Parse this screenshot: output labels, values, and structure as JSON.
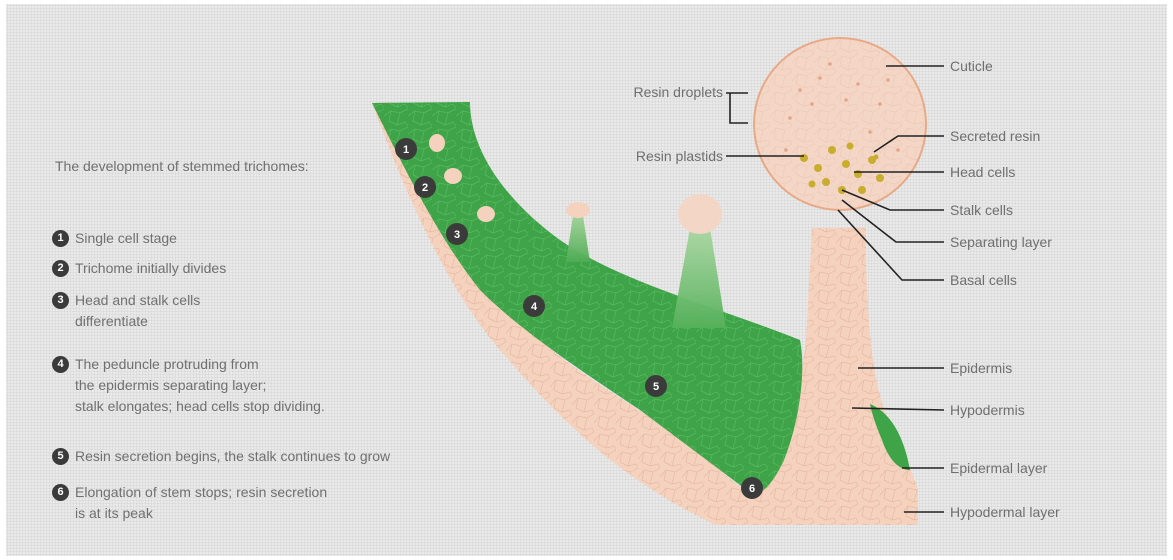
{
  "intro": "The development of stemmed trichomes:",
  "steps": [
    {
      "number": "1",
      "text": "Single cell stage"
    },
    {
      "number": "2",
      "text": "Trichome initially divides"
    },
    {
      "number": "3",
      "text": "Head and stalk cells\ndifferentiate"
    },
    {
      "number": "4",
      "text": "The peduncle protruding from\nthe epidermis separating layer;\nstalk elongates; head cells stop dividing."
    },
    {
      "number": "5",
      "text": "Resin secretion begins, the stalk continues to grow"
    },
    {
      "number": "6",
      "text": "Elongation of stem stops; resin secretion\nis at its peak"
    }
  ],
  "labels": {
    "cuticle": "Cuticle",
    "resin_droplets": "Resin droplets",
    "resin_plastids": "Resin plastids",
    "secreted_resin": "Secreted resin",
    "head_cells": "Head cells",
    "stalk_cells": "Stalk cells",
    "separating_layer": "Separating layer",
    "basal_cells": "Basal cells",
    "epidermis": "Epidermis",
    "hypodermis": "Hypodermis",
    "epidermal_layer": "Epidermal layer",
    "hypodermal_layer": "Hypodermal layer"
  },
  "diagram_badges": [
    "1",
    "2",
    "3",
    "4",
    "5",
    "6"
  ],
  "colors": {
    "tissue_green": "#3ea447",
    "tissue_green_light": "#7cc56f",
    "skin_pink": "#f4d2be",
    "head_pink": "#f3d6c6",
    "resin_yellow": "#c8ad2e",
    "badge_dark": "#3b3b3b",
    "text_gray": "#707070",
    "background": "#e9e9e9"
  }
}
